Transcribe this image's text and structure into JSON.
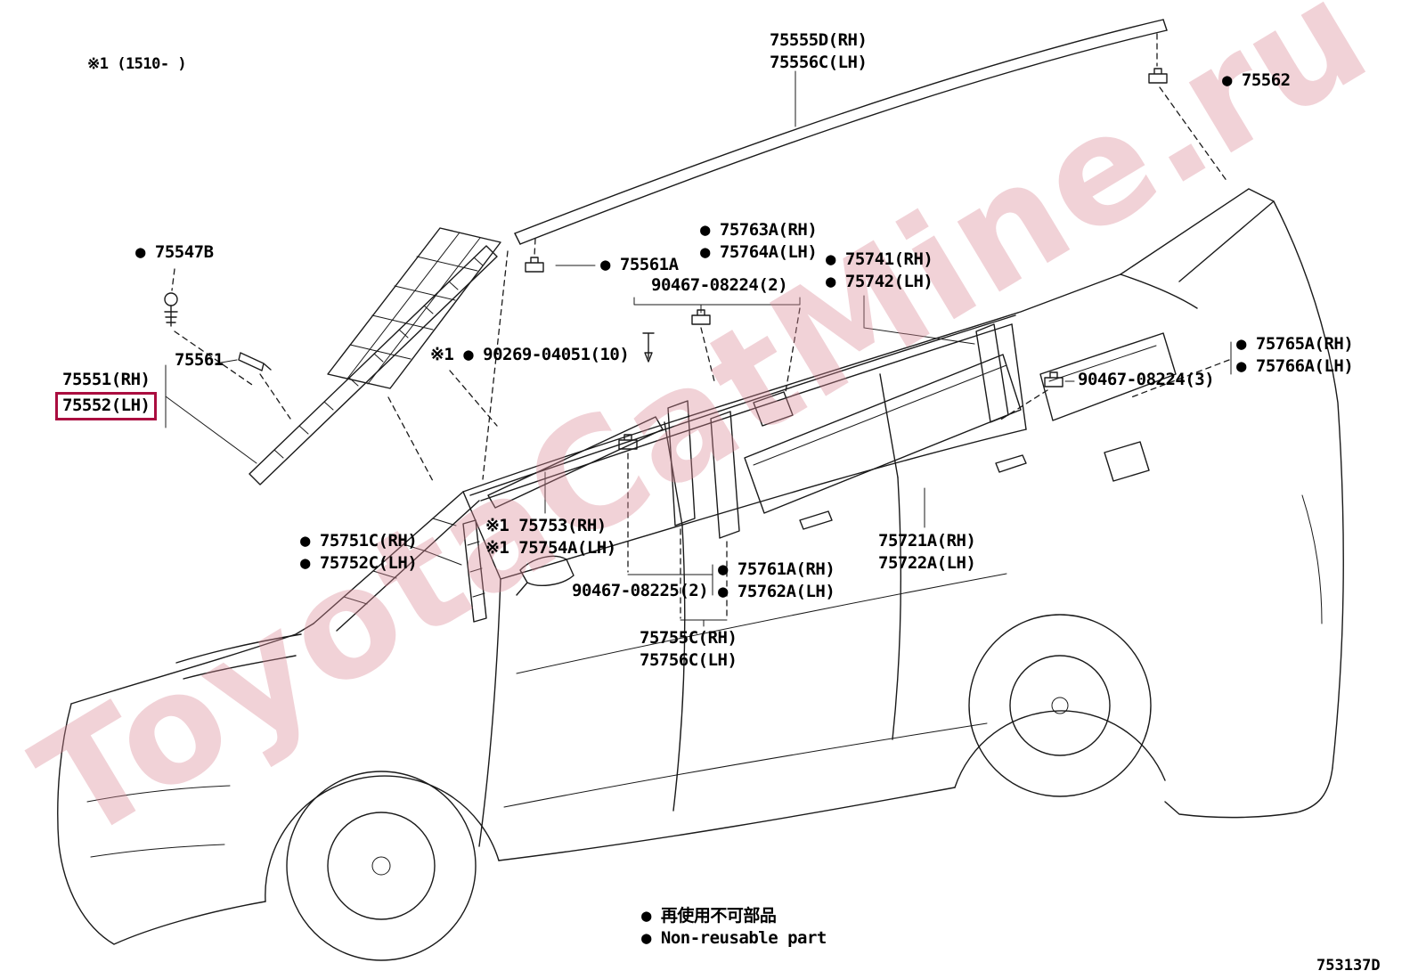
{
  "note_top_left": "※1 (1510-        )",
  "diagram_code": "753137D",
  "watermark_text": "ToyotaCatMine.ru",
  "legend": {
    "jp": "● 再使用不可部品",
    "en": "● Non-reusable part"
  },
  "colors": {
    "highlight_box": "#AA0D3F",
    "line": "#1A1A1A",
    "watermark": "#D98A95"
  },
  "labels": {
    "roof_drip_side_moulding": {
      "rh": "75555D(RH)",
      "lh": "75556C(LH)"
    },
    "clip_75562": {
      "text": "● 75562"
    },
    "screw_75547b": {
      "text": "● 75547B"
    },
    "retainer_75561": {
      "text": "75561"
    },
    "windshield_moulding": {
      "rh": "75551(RH)",
      "lh": "75552(LH)"
    },
    "pad_front": {
      "rh": "● 75763A(RH)",
      "lh": "● 75764A(LH)"
    },
    "clip_90467_08224_2": {
      "text": "90467-08224(2)"
    },
    "quarter_pillar_garnish": {
      "rh": "● 75741(RH)",
      "lh": "● 75742(LH)"
    },
    "clip_75561a": {
      "text": "● 75561A"
    },
    "rivet_90269": {
      "text": "※1 ● 90269-04051(10)"
    },
    "rear_quarter_moulding": {
      "rh": "● 75765A(RH)",
      "lh": "● 75766A(LH)"
    },
    "clip_90467_08224_3": {
      "text": "90467-08224(3)"
    },
    "front_pillar_garnish": {
      "rh": "※1 75753(RH)",
      "lh": "※1 75754A(LH)"
    },
    "front_door_moulding": {
      "rh": "● 75751C(RH)",
      "lh": "● 75752C(LH)"
    },
    "pad_rear": {
      "rh": "● 75761A(RH)",
      "lh": "● 75762A(LH)"
    },
    "clip_90467_08225_2": {
      "text": "90467-08225(2)"
    },
    "pillar_tape": {
      "rh": "75755C(RH)",
      "lh": "75756C(LH)"
    },
    "slide_door_window_moulding": {
      "rh": "75721A(RH)",
      "lh": "75722A(LH)"
    }
  }
}
